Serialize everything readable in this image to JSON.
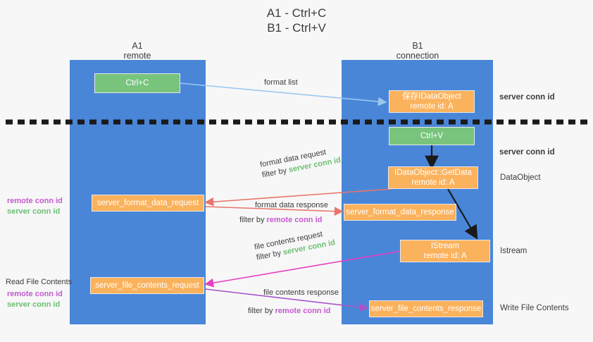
{
  "title": {
    "line1": "A1 - Ctrl+C",
    "line2": "B1 - Ctrl+V"
  },
  "colors": {
    "lane": "#4a86d8",
    "orange": "#fbb25c",
    "green": "#78c47d",
    "server_conn": "#6bbf73",
    "remote_conn": "#c45ad0",
    "background": "#f7f7f7",
    "arrow_blue": "#9cc7ee",
    "arrow_red": "#e8756a",
    "arrow_magenta": "#e83fc0",
    "arrow_purple": "#a855c8",
    "arrow_black": "#1a1a1a"
  },
  "columns": [
    {
      "name": "A1",
      "sub": "remote"
    },
    {
      "name": "B1",
      "sub": "connection"
    }
  ],
  "nodes": [
    {
      "id": "ctrl-c",
      "label1": "Ctrl+C",
      "label2": "",
      "kind": "green"
    },
    {
      "id": "save-idataobject",
      "label1": "保存IDataObject",
      "label2": "remote id: A",
      "kind": "orange"
    },
    {
      "id": "ctrl-v",
      "label1": "Ctrl+V",
      "label2": "",
      "kind": "green"
    },
    {
      "id": "getdata",
      "label1": "IDataObject::GetData",
      "label2": "remote id: A",
      "kind": "orange"
    },
    {
      "id": "server-format-data-request",
      "label1": "server_format_data_request",
      "label2": "",
      "kind": "orange"
    },
    {
      "id": "server-format-data-response",
      "label1": "server_format_data_response",
      "label2": "",
      "kind": "orange"
    },
    {
      "id": "istream",
      "label1": "IStream",
      "label2": "remote id: A",
      "kind": "orange"
    },
    {
      "id": "server-file-contents-request",
      "label1": "server_file_contents_request",
      "label2": "",
      "kind": "orange"
    },
    {
      "id": "server-file-contents-response",
      "label1": "server_file_contents_response",
      "label2": "",
      "kind": "orange"
    }
  ],
  "edge_labels": {
    "format_list": "format list",
    "format_data_request": "format data request",
    "format_data_request_filter_prefix": "filter by ",
    "format_data_request_filter_key": "server conn id",
    "format_data_response": "format data response",
    "format_data_response_filter_prefix": "filter by ",
    "format_data_response_filter_key": "remote conn id",
    "file_contents_request": "file contents request",
    "file_contents_request_filter_prefix": "filter by ",
    "file_contents_request_filter_key": "server conn id",
    "file_contents_response": "file contents response",
    "file_contents_response_filter_prefix": "filter by ",
    "file_contents_response_filter_key": "remote conn id"
  },
  "right_labels": [
    {
      "id": "server-conn-id-top",
      "text": "server conn id",
      "style": "server"
    },
    {
      "id": "server-conn-id-second",
      "text": "server conn id",
      "style": "server"
    },
    {
      "id": "dataobject",
      "text": "DataObject",
      "style": "plain"
    },
    {
      "id": "istream-label",
      "text": "Istream",
      "style": "plain"
    },
    {
      "id": "write-file-contents",
      "text": "Write File Contents",
      "style": "plain"
    }
  ],
  "left_labels": [
    {
      "id": "left-conn-ids-top",
      "remote": "remote conn id",
      "server": "server conn id",
      "heading": ""
    },
    {
      "id": "read-file-contents",
      "remote": "remote conn id",
      "server": "server conn id",
      "heading": "Read File Contents"
    }
  ]
}
